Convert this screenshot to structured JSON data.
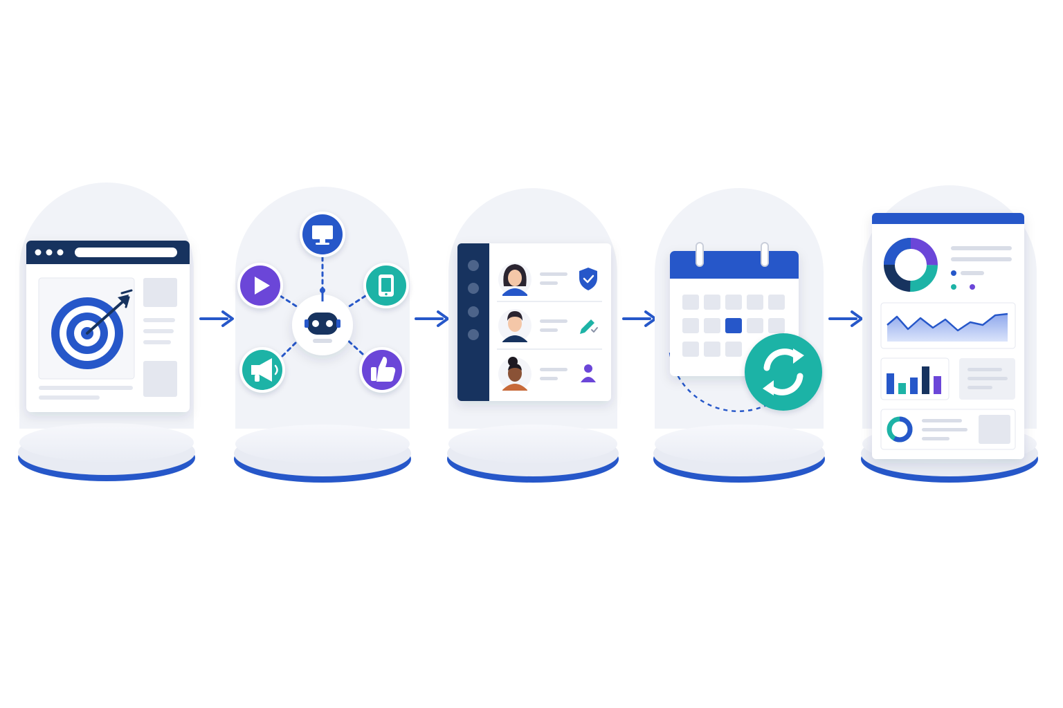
{
  "colors": {
    "navy": "#17335f",
    "blue": "#2657c9",
    "blue_light": "#4a7be0",
    "teal": "#1db3a6",
    "purple": "#6b46d8",
    "halo": "#f1f3f8",
    "card": "#ffffff",
    "placeholder": "#e4e7ef",
    "line": "#d9dde7",
    "skin_light": "#f4c7a8",
    "skin_dark": "#8a5236"
  },
  "flow": {
    "steps": [
      {
        "id": "targeting",
        "icon": "target-icon"
      },
      {
        "id": "channels",
        "icon": "robot-icon",
        "satellites": [
          "monitor-icon",
          "play-icon",
          "phone-icon",
          "megaphone-icon",
          "thumbs-up-icon"
        ]
      },
      {
        "id": "team",
        "icon": "user-list-icon",
        "rows": [
          "shield-check-icon",
          "pencil-check-icon",
          "user-icon"
        ]
      },
      {
        "id": "scheduling",
        "icon": "calendar-icon",
        "badge": "refresh-icon"
      },
      {
        "id": "analytics",
        "icon": "dashboard-icon"
      }
    ],
    "connector": "arrow-right-icon"
  }
}
